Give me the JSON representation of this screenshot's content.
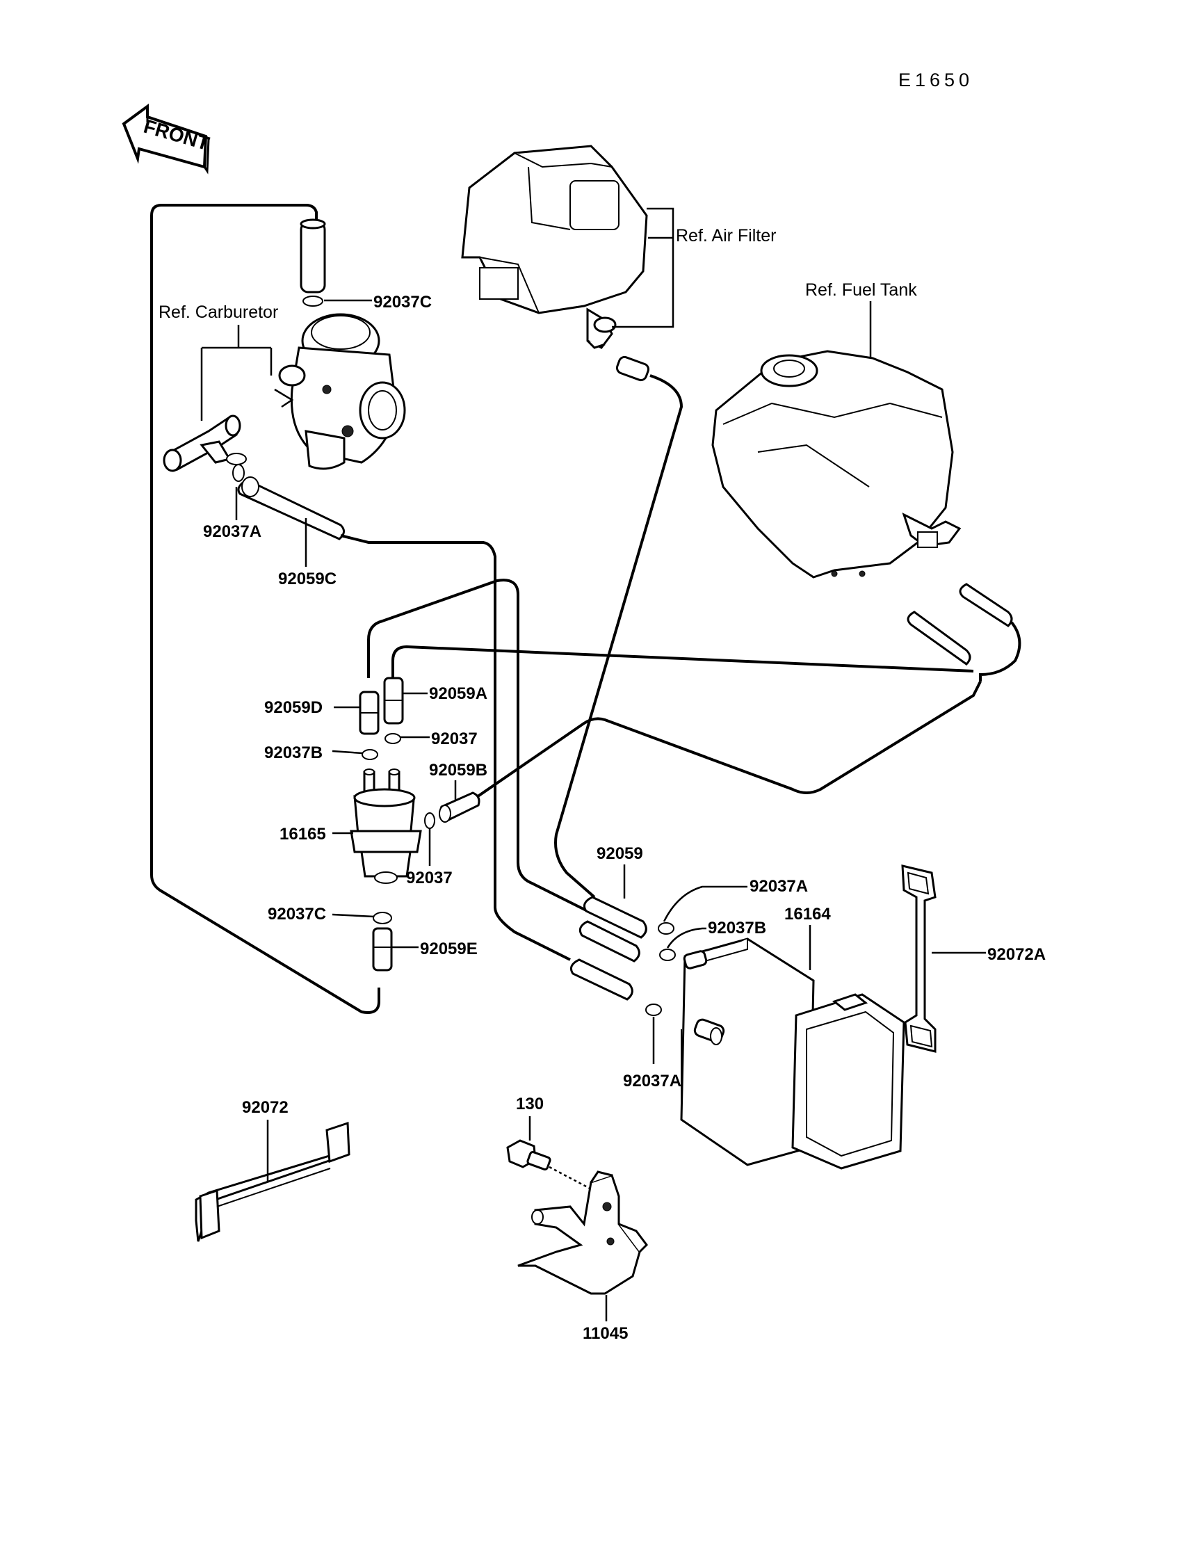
{
  "diagram_code": "E1650",
  "front_label": "FRONT",
  "ref_labels": {
    "air_filter": "Ref. Air Filter",
    "fuel_tank": "Ref. Fuel Tank",
    "carburetor": "Ref. Carburetor"
  },
  "part_labels": {
    "p92037C_top": "92037C",
    "p92037A_carb": "92037A",
    "p92059C": "92059C",
    "p92059D": "92059D",
    "p92059A": "92059A",
    "p92037B_left": "92037B",
    "p92037_upper": "92037",
    "p92059B": "92059B",
    "p16165": "16165",
    "p92037_lower": "92037",
    "p92037C_lower": "92037C",
    "p92059E": "92059E",
    "p92059": "92059",
    "p92037A_right": "92037A",
    "p92037B_right": "92037B",
    "p16164": "16164",
    "p92072A": "92072A",
    "p92037A_bottom": "92037A",
    "p92072": "92072",
    "p130": "130",
    "p11045": "11045"
  }
}
